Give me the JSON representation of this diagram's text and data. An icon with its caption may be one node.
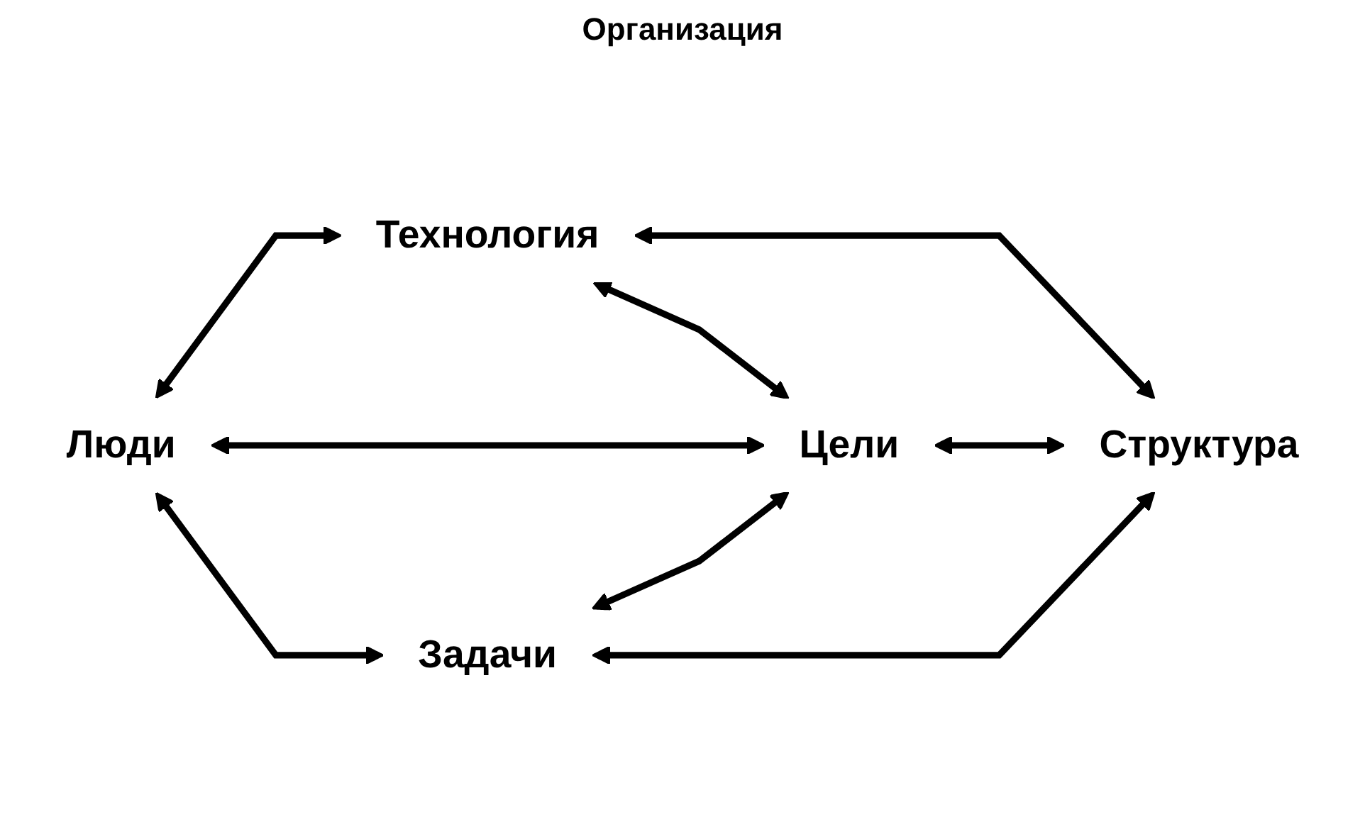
{
  "diagram": {
    "title": "Организация",
    "nodes": [
      {
        "text": [
          "Технология"
        ]
      },
      {
        "text": [
          "Люди"
        ]
      },
      {
        "text": [
          "Цели"
        ]
      },
      {
        "text": [
          "Структура"
        ]
      },
      {
        "text": [
          "Задачи"
        ]
      }
    ],
    "edges": [
      {
        "from": 1,
        "to": 0,
        "arrow": "both"
      },
      {
        "from": 0,
        "to": 2,
        "arrow": "both"
      },
      {
        "from": 0,
        "to": 3,
        "arrow": "both"
      },
      {
        "from": 1,
        "to": 2,
        "arrow": "both"
      },
      {
        "from": 2,
        "to": 3,
        "arrow": "both"
      },
      {
        "from": 4,
        "to": 2,
        "arrow": "both"
      },
      {
        "from": 1,
        "to": 4,
        "arrow": "both"
      },
      {
        "from": 4,
        "to": 3,
        "arrow": "both"
      }
    ]
  }
}
